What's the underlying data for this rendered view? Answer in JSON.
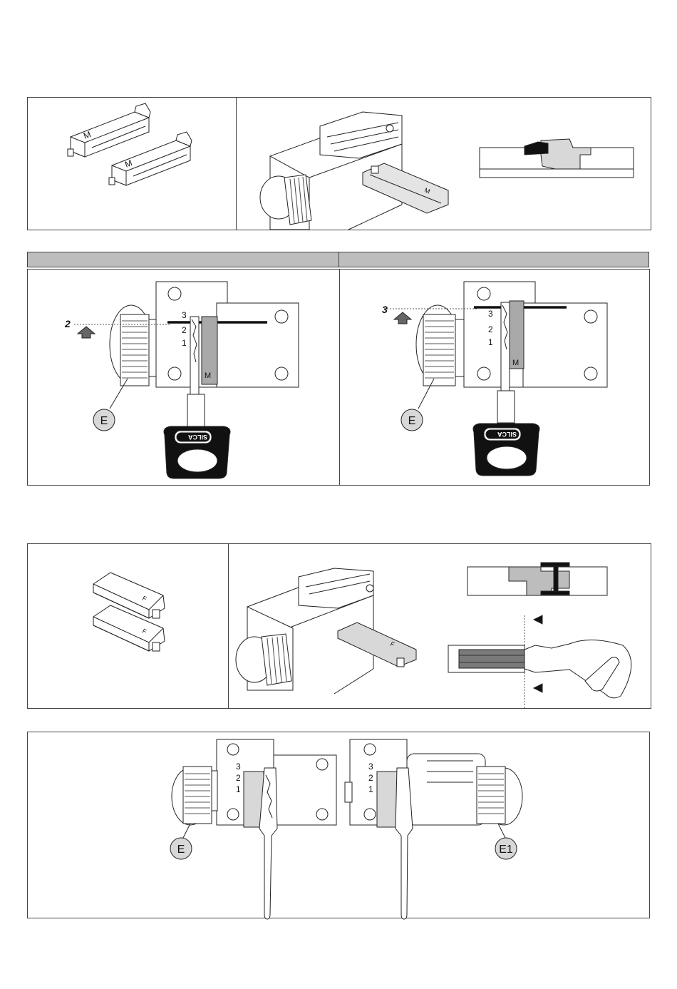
{
  "panel1": {
    "inserts_label": "M",
    "clamp_insert_label": "M"
  },
  "panel2": {
    "header_left": "",
    "header_right": "",
    "left": {
      "arrow_number": "2",
      "steps": [
        "3",
        "2",
        "1"
      ],
      "insert_label": "M",
      "knob_label": "E",
      "brand": "SILCA"
    },
    "right": {
      "arrow_number": "3",
      "steps": [
        "3",
        "2",
        "1"
      ],
      "insert_label": "M",
      "knob_label": "E",
      "brand": "SILCA"
    }
  },
  "panel3": {
    "inserts_label": "F",
    "clamp_insert_label": "F"
  },
  "panel4": {
    "left": {
      "steps": [
        "3",
        "2",
        "1"
      ],
      "knob_label": "E"
    },
    "right": {
      "steps": [
        "3",
        "2",
        "1"
      ],
      "knob_label": "E1"
    }
  }
}
